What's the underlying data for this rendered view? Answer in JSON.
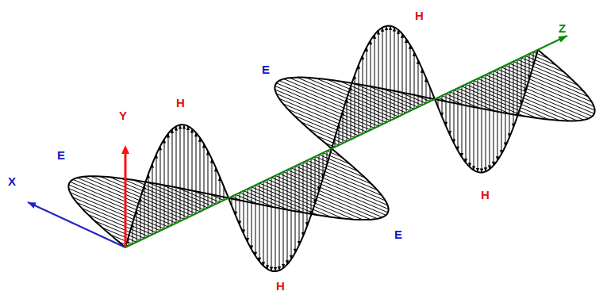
{
  "diagram": {
    "labels": [
      "H",
      "E",
      "Z",
      "H",
      "Y",
      "E",
      "X",
      "H",
      "E",
      "H"
    ]
  }
}
